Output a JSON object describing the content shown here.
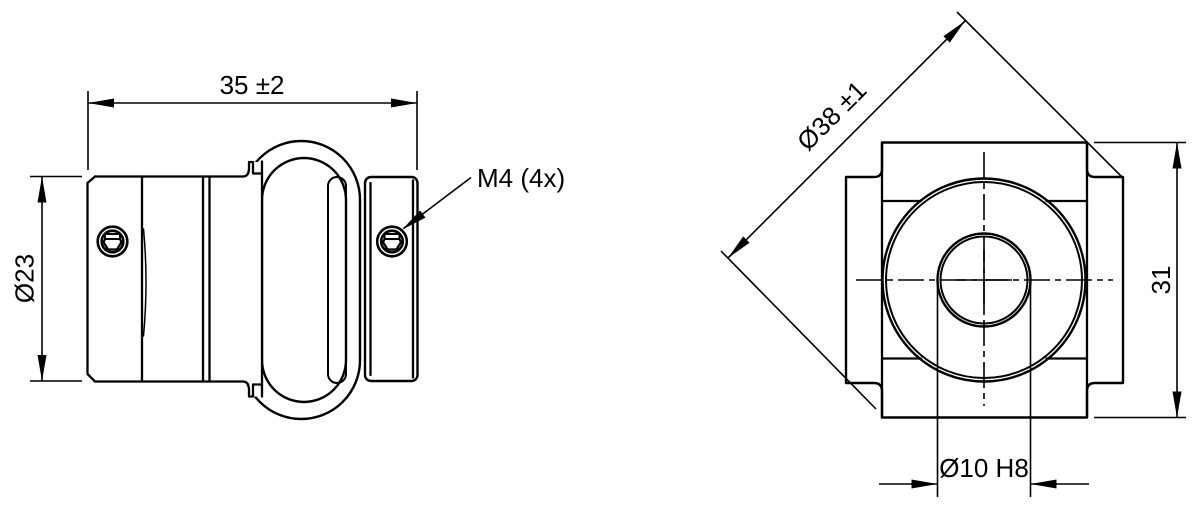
{
  "drawing": {
    "views": {
      "side_view": {
        "labels": {
          "width_dim": "35 ±2",
          "diameter_dim": "Ø23",
          "screw_callout": "M4 (4x)"
        }
      },
      "front_view": {
        "labels": {
          "diagonal_diameter_dim": "Ø38 ±1",
          "height_dim": "31",
          "bore_dim": "Ø10 H8"
        }
      }
    },
    "colors": {
      "ink": "#000000",
      "background": "#ffffff"
    }
  }
}
